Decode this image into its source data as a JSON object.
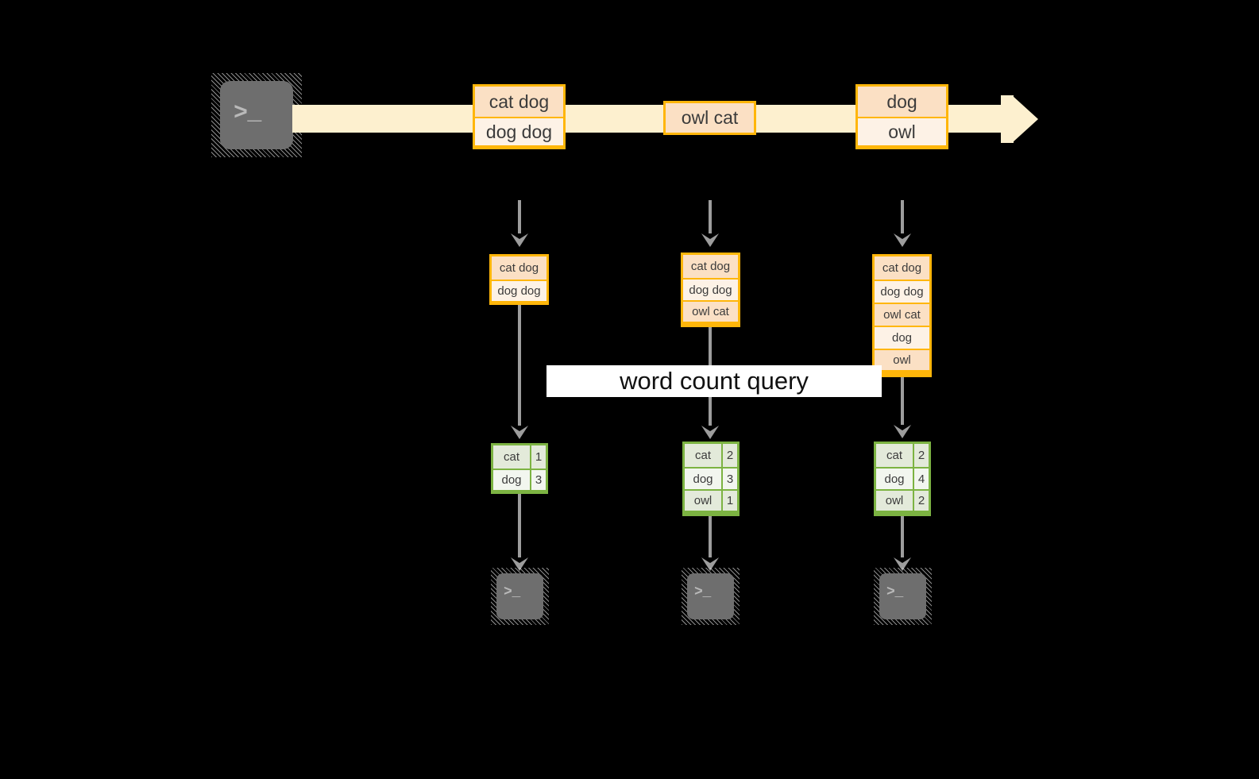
{
  "diagram": {
    "title": "word count query",
    "colors": {
      "background": "#000000",
      "stream_band": "#fdf0cf",
      "record_border": "#ffb60a",
      "record_fill_dark": "#fbe0c4",
      "record_fill_light": "#fdf2e6",
      "result_border": "#7cb342",
      "result_fill_dark": "#e3eada",
      "result_fill_light": "#f2f6ef",
      "arrow": "#9d9d9d",
      "terminal_body": "#6e6e6e",
      "banner_background": "#ffffff",
      "banner_text": "#111111"
    }
  },
  "source": {
    "icon": "terminal-icon",
    "glyph": ">_"
  },
  "stream": {
    "label": "event-stream",
    "arrow_direction": "right",
    "batches": [
      {
        "id": "batch-1",
        "lines": [
          "cat dog",
          "dog dog"
        ]
      },
      {
        "id": "batch-2",
        "lines": [
          "owl cat"
        ]
      },
      {
        "id": "batch-3",
        "lines": [
          "dog",
          "owl"
        ]
      }
    ]
  },
  "snapshots": [
    {
      "id": "snapshot-1",
      "input_lines": [
        "cat dog",
        "dog dog"
      ],
      "results": [
        {
          "word": "cat",
          "count": "1"
        },
        {
          "word": "dog",
          "count": "3"
        }
      ],
      "sink": {
        "icon": "terminal-icon",
        "glyph": ">_"
      }
    },
    {
      "id": "snapshot-2",
      "input_lines": [
        "cat dog",
        "dog dog",
        "owl cat"
      ],
      "results": [
        {
          "word": "cat",
          "count": "2"
        },
        {
          "word": "dog",
          "count": "3"
        },
        {
          "word": "owl",
          "count": "1"
        }
      ],
      "sink": {
        "icon": "terminal-icon",
        "glyph": ">_"
      }
    },
    {
      "id": "snapshot-3",
      "input_lines": [
        "cat dog",
        "dog dog",
        "owl cat",
        "dog",
        "owl"
      ],
      "results": [
        {
          "word": "cat",
          "count": "2"
        },
        {
          "word": "dog",
          "count": "4"
        },
        {
          "word": "owl",
          "count": "2"
        }
      ],
      "sink": {
        "icon": "terminal-icon",
        "glyph": ">_"
      }
    }
  ]
}
